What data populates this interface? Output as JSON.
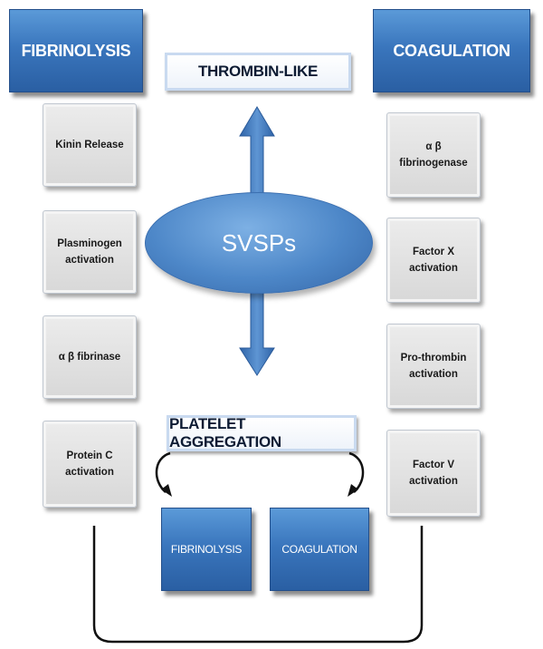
{
  "headers": {
    "fibrinolysis": "FIBRINOLYSIS",
    "coagulation": "COAGULATION"
  },
  "center": "SVSPs",
  "thrombin_like": "THROMBIN-LIKE",
  "platelet_aggregation": "PLATELET AGGREGATION",
  "left_items": [
    [
      "Kinin Release"
    ],
    [
      "Plasminogen",
      "activation"
    ],
    [
      "α β fibrinase"
    ],
    [
      "Protein C activation"
    ]
  ],
  "right_items": [
    [
      "α β fibrinogenase"
    ],
    [
      "Factor X activation"
    ],
    [
      "Pro-thrombin",
      "activation"
    ],
    [
      "Factor V activation"
    ]
  ],
  "bottom_boxes": {
    "fibrinolysis": "FIBRINOLYSIS",
    "coagulation": "COAGULATION"
  },
  "colors": {
    "primary_blue": "#3a76bd",
    "arrow_blue": "#4a7fc1",
    "gray_box": "#d8d8d8"
  }
}
